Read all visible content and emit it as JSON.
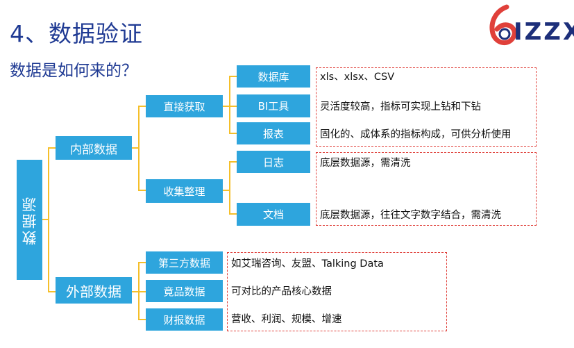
{
  "title": "4、数据验证",
  "subtitle": "数据是如何来的？",
  "logo": {
    "text": "IZZX",
    "icon": "six-logo-icon"
  },
  "colors": {
    "box": "#2ea5dd",
    "connector": "#f5bf2a",
    "dashed_border": "#e0403a",
    "title": "#1f3a93"
  },
  "root": {
    "label": "数据源"
  },
  "internal": {
    "label": "内部数据",
    "direct": {
      "label": "直接获取",
      "items": [
        {
          "label": "数据库",
          "note": "xls、xlsx、CSV"
        },
        {
          "label": "BI工具",
          "note": "灵活度较高，指标可实现上钻和下钻"
        },
        {
          "label": "报表",
          "note": "固化的、成体系的指标构成，可供分析使用"
        }
      ]
    },
    "collect": {
      "label": "收集整理",
      "items": [
        {
          "label": "日志",
          "note": "底层数据源，需清洗"
        },
        {
          "label": "文档",
          "note": "底层数据源，往往文字数字结合，需清洗"
        }
      ]
    }
  },
  "external": {
    "label": "外部数据",
    "items": [
      {
        "label": "第三方数据",
        "note": "如艾瑞咨询、友盟、Talking Data"
      },
      {
        "label": "竟品数据",
        "note": "可对比的产品核心数据"
      },
      {
        "label": "财报数据",
        "note": "营收、利润、规模、增速"
      }
    ]
  }
}
